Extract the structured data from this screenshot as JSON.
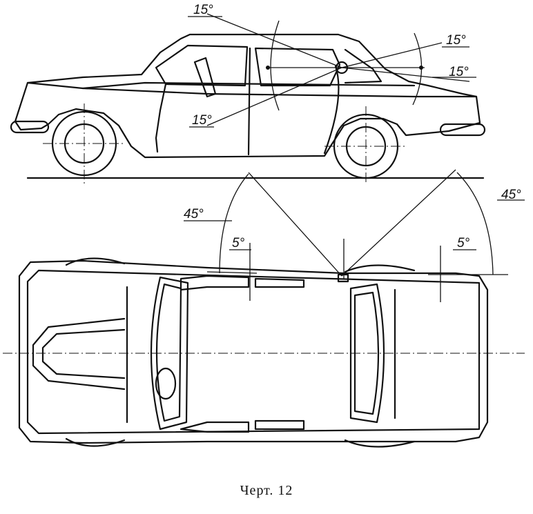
{
  "angles": {
    "side_top_left": "15°",
    "side_right_upper": "15°",
    "side_right_lower": "15°",
    "side_bottom_left": "15°",
    "plan_left_wide": "45°",
    "plan_right_wide": "45°",
    "plan_left_small": "5°",
    "plan_right_small": "5°"
  },
  "caption": "Черт. 12"
}
